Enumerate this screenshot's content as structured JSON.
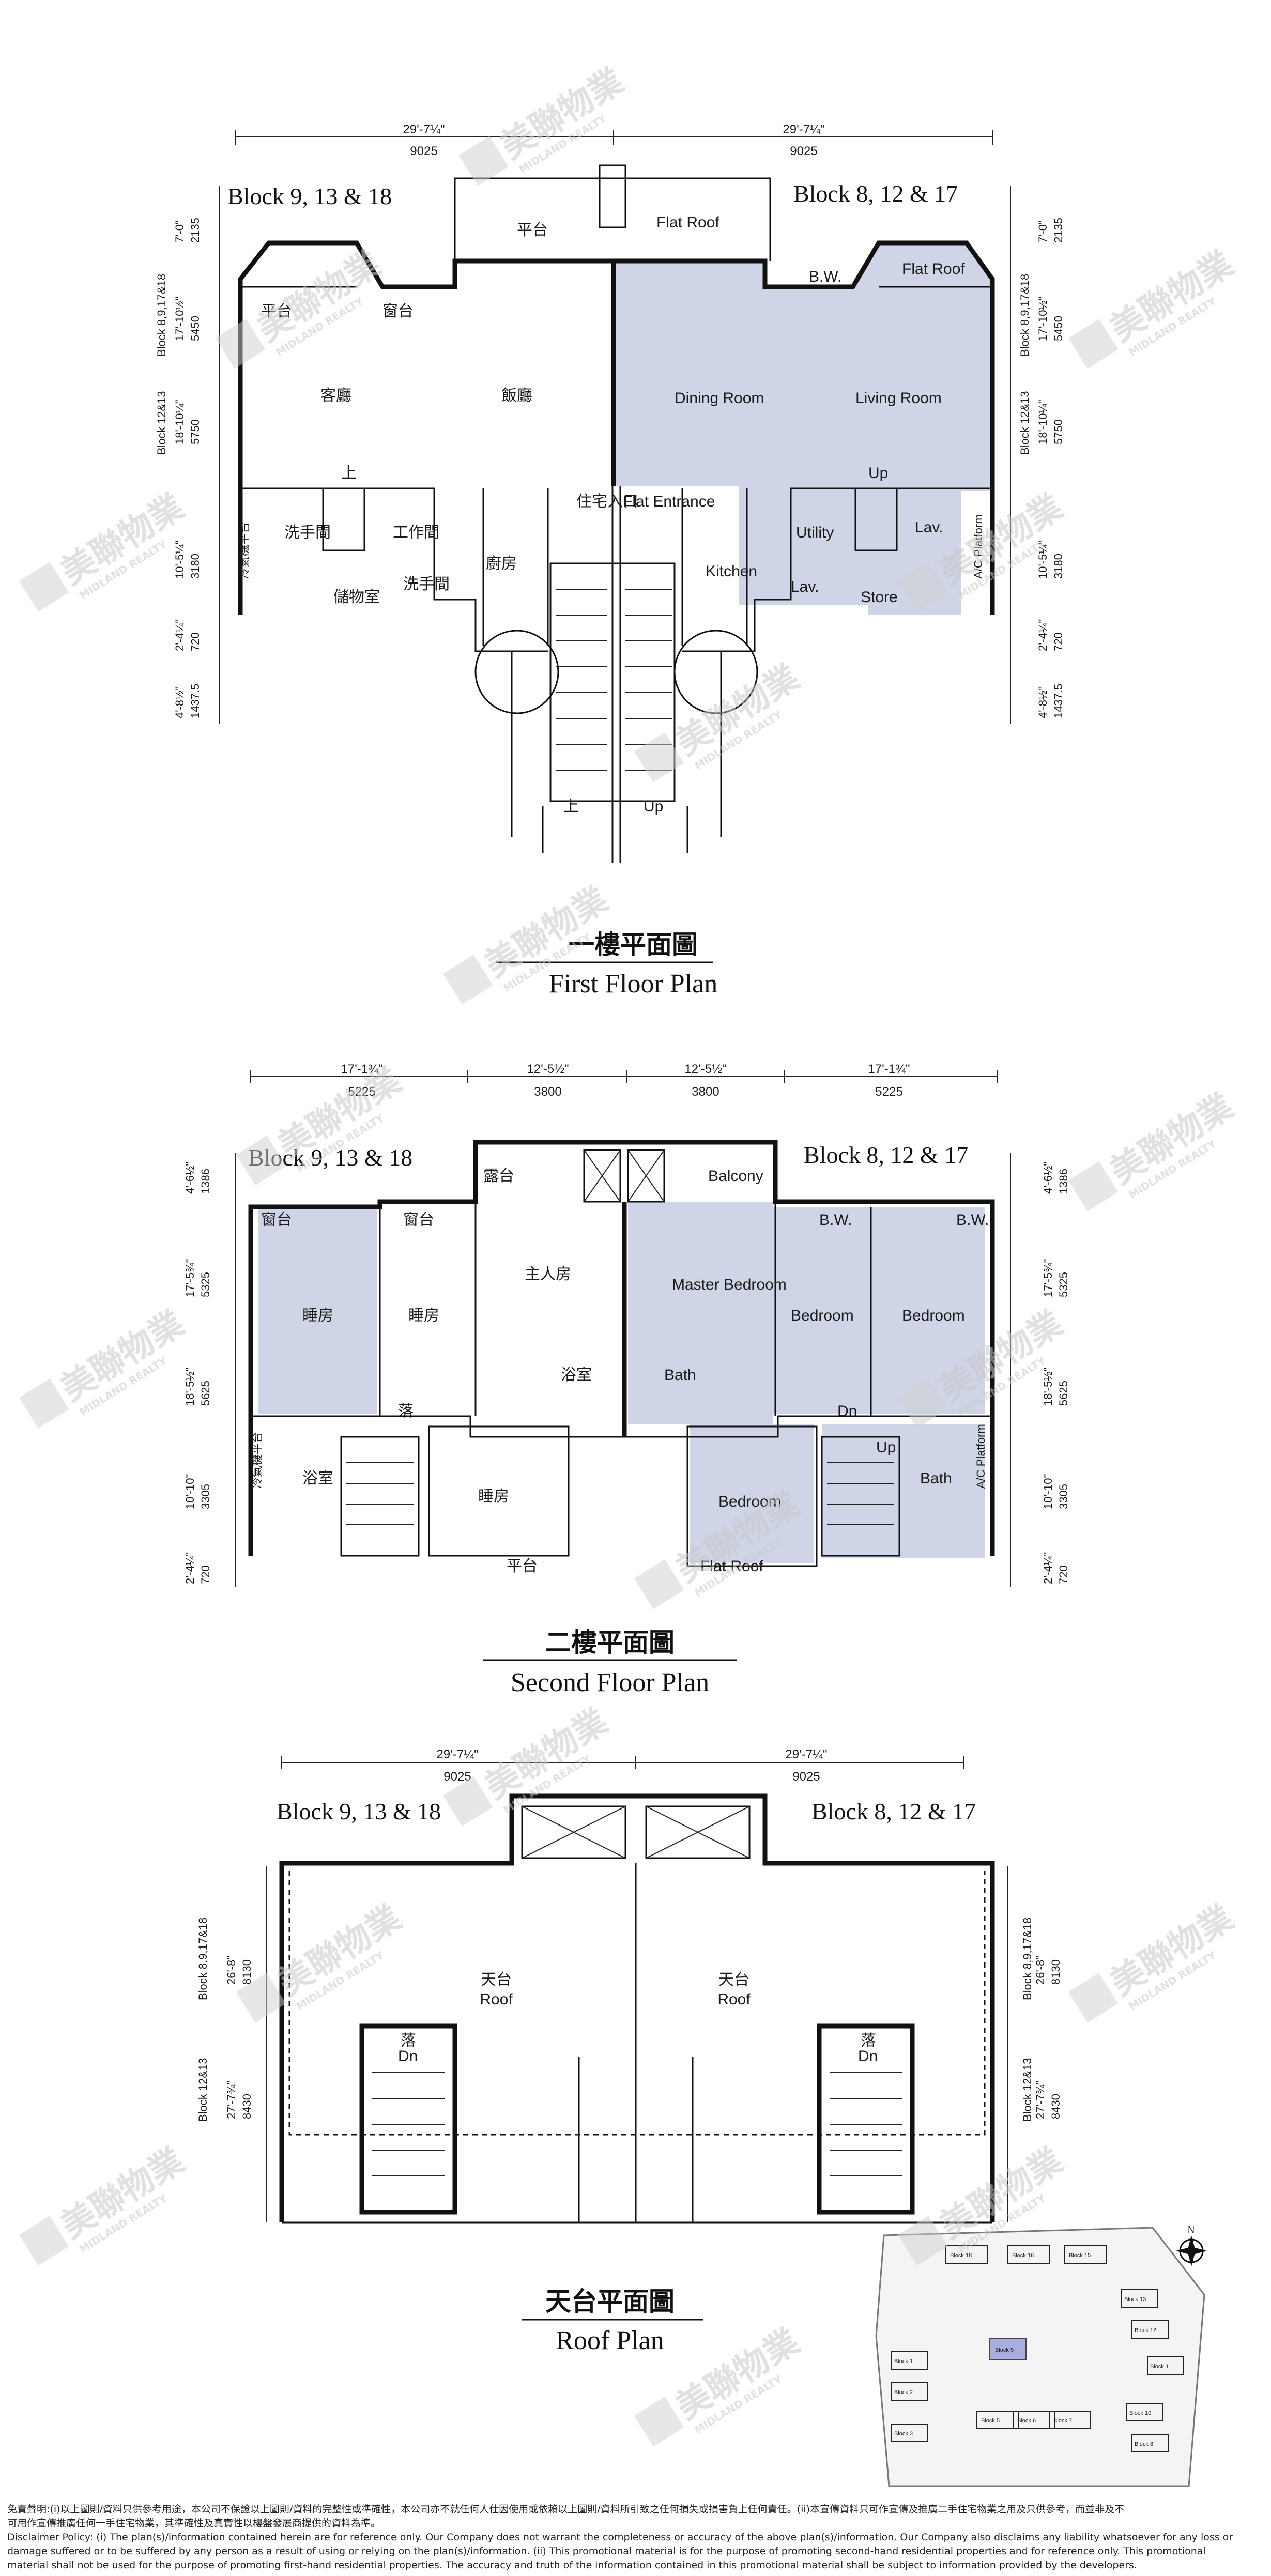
{
  "first_floor": {
    "title_cn": "一樓平面圖",
    "title_en": "First Floor Plan",
    "block_left": "Block 9, 13 & 18",
    "block_right": "Block 8, 12 & 17",
    "dim_top_left": "29'-7¼\"",
    "dim_top_left_mm": "9025",
    "dim_top_right": "29'-7¼\"",
    "dim_top_right_mm": "9025",
    "left_dims": [
      "7'-0\"",
      "2135",
      "17'-10½\"",
      "5450",
      "18'-10¼\"",
      "5750",
      "10'-5¼\"",
      "3180",
      "2'-4¼\"",
      "720",
      "4'-8½\"",
      "1437.5"
    ],
    "right_dims": [
      "7'-0\"",
      "2135",
      "17'-10½\"",
      "5450",
      "18'-10¼\"",
      "5750",
      "10'-5¼\"",
      "3180",
      "2'-4¼\"",
      "720",
      "4'-8½\"",
      "1437.5"
    ],
    "left_vertical_labels": [
      "Block 8,9,17&18",
      "Block 12&13"
    ],
    "right_vertical_labels": [
      "Block 8,9,17&18",
      "Block 12&13"
    ],
    "rooms_cn": [
      "平台",
      "窗台",
      "平台",
      "客廳",
      "飯廳",
      "上",
      "工作間",
      "洗手間",
      "儲物室",
      "洗手間",
      "冷氣機平台",
      "廚房",
      "住宅入口",
      "上"
    ],
    "rooms_en": [
      "Flat Roof",
      "B.W.",
      "Flat Roof",
      "Dining Room",
      "Living Room",
      "Up",
      "Utility",
      "Lav.",
      "Lav.",
      "Store",
      "A/C Platform",
      "Kitchen",
      "Flat Entrance",
      "Up"
    ]
  },
  "second_floor": {
    "title_cn": "二樓平面圖",
    "title_en": "Second Floor Plan",
    "block_left": "Block 9, 13 & 18",
    "block_right": "Block 8, 12 & 17",
    "dims_top": [
      "17'-1¾\"",
      "5225",
      "12'-5½\"",
      "3800",
      "12'-5½\"",
      "3800",
      "17'-1¾\"",
      "5225"
    ],
    "left_dims": [
      "4'-6½\"",
      "1386",
      "17'-5¾\"",
      "5325",
      "18'-5½\"",
      "5625",
      "10'-10\"",
      "3305",
      "2'-4¼\"",
      "720"
    ],
    "right_dims": [
      "4'-6½\"",
      "1386",
      "17'-5¾\"",
      "5325",
      "18'-5½\"",
      "5625",
      "10'-10\"",
      "3305",
      "2'-4¼\"",
      "720"
    ],
    "rooms_cn": [
      "露台",
      "窗台",
      "窗台",
      "主人房",
      "睡房",
      "睡房",
      "浴室",
      "落",
      "浴室",
      "睡房",
      "平台",
      "冷氣機平台"
    ],
    "rooms_en": [
      "Balcony",
      "B.W.",
      "B.W.",
      "Master Bedroom",
      "Bedroom",
      "Bedroom",
      "Bath",
      "Dn",
      "Up",
      "Bath",
      "Bedroom",
      "Flat Roof",
      "A/C Platform"
    ]
  },
  "roof": {
    "title_cn": "天台平面圖",
    "title_en": "Roof Plan",
    "block_left": "Block 9, 13 & 18",
    "block_right": "Block 8, 12 & 17",
    "dim_top_left": "29'-7¼\"",
    "dim_top_left_mm": "9025",
    "dim_top_right": "29'-7¼\"",
    "dim_top_right_mm": "9025",
    "left_dims": [
      "26'-8\"",
      "8130",
      "27'-7¾\"",
      "8430"
    ],
    "right_dims": [
      "26'-8\"",
      "8130",
      "27'-7¾\"",
      "8430"
    ],
    "rooms": [
      "天台",
      "Roof",
      "天台",
      "Roof",
      "落",
      "Dn",
      "落",
      "Dn"
    ]
  },
  "site_plan": {
    "labels": [
      "Block 18",
      "Block 16",
      "Block 15",
      "Block 13",
      "Block 12",
      "Block 11",
      "Block 10",
      "Block 1",
      "Block 2",
      "Block 3",
      "Block 5",
      "Block 6",
      "Block 7",
      "Block 8",
      "Block 9"
    ],
    "north": "N"
  },
  "watermark": {
    "cn": "美聯物業",
    "en": "MIDLAND REALTY"
  },
  "disclaimer": {
    "line1": "免責聲明:(i)以上圖則/資料只供參考用途，本公司不保證以上圖則/資料的完整性或準確性，本公司亦不就任何人仕因使用或依賴以上圖則/資料所引致之任何損失或損害負上任何責任。(ii)本宣傳資料只可作宣傳及推廣二手住宅物業之用及只供參考，而並非及不",
    "line2": "可用作宣傳推廣任何一手住宅物業，其準確性及真實性以樓盤發展商提供的資料為準。",
    "line3": "Disclaimer Policy: (i) The plan(s)/information contained herein are for reference only. Our Company does not warrant the completeness or accuracy of the above plan(s)/information. Our Company also disclaims any liability whatsoever for any loss or",
    "line4": "damage suffered or to be suffered by any person as a result of using or relying on the plan(s)/information. (ii) This promotional material is for the purpose of promoting second-hand residential properties and for reference only. This promotional",
    "line5": "material shall not be used for the purpose of promoting first-hand residential properties. The accuracy and truth of the information contained in this promotional material shall be subject to information provided by the developers."
  }
}
